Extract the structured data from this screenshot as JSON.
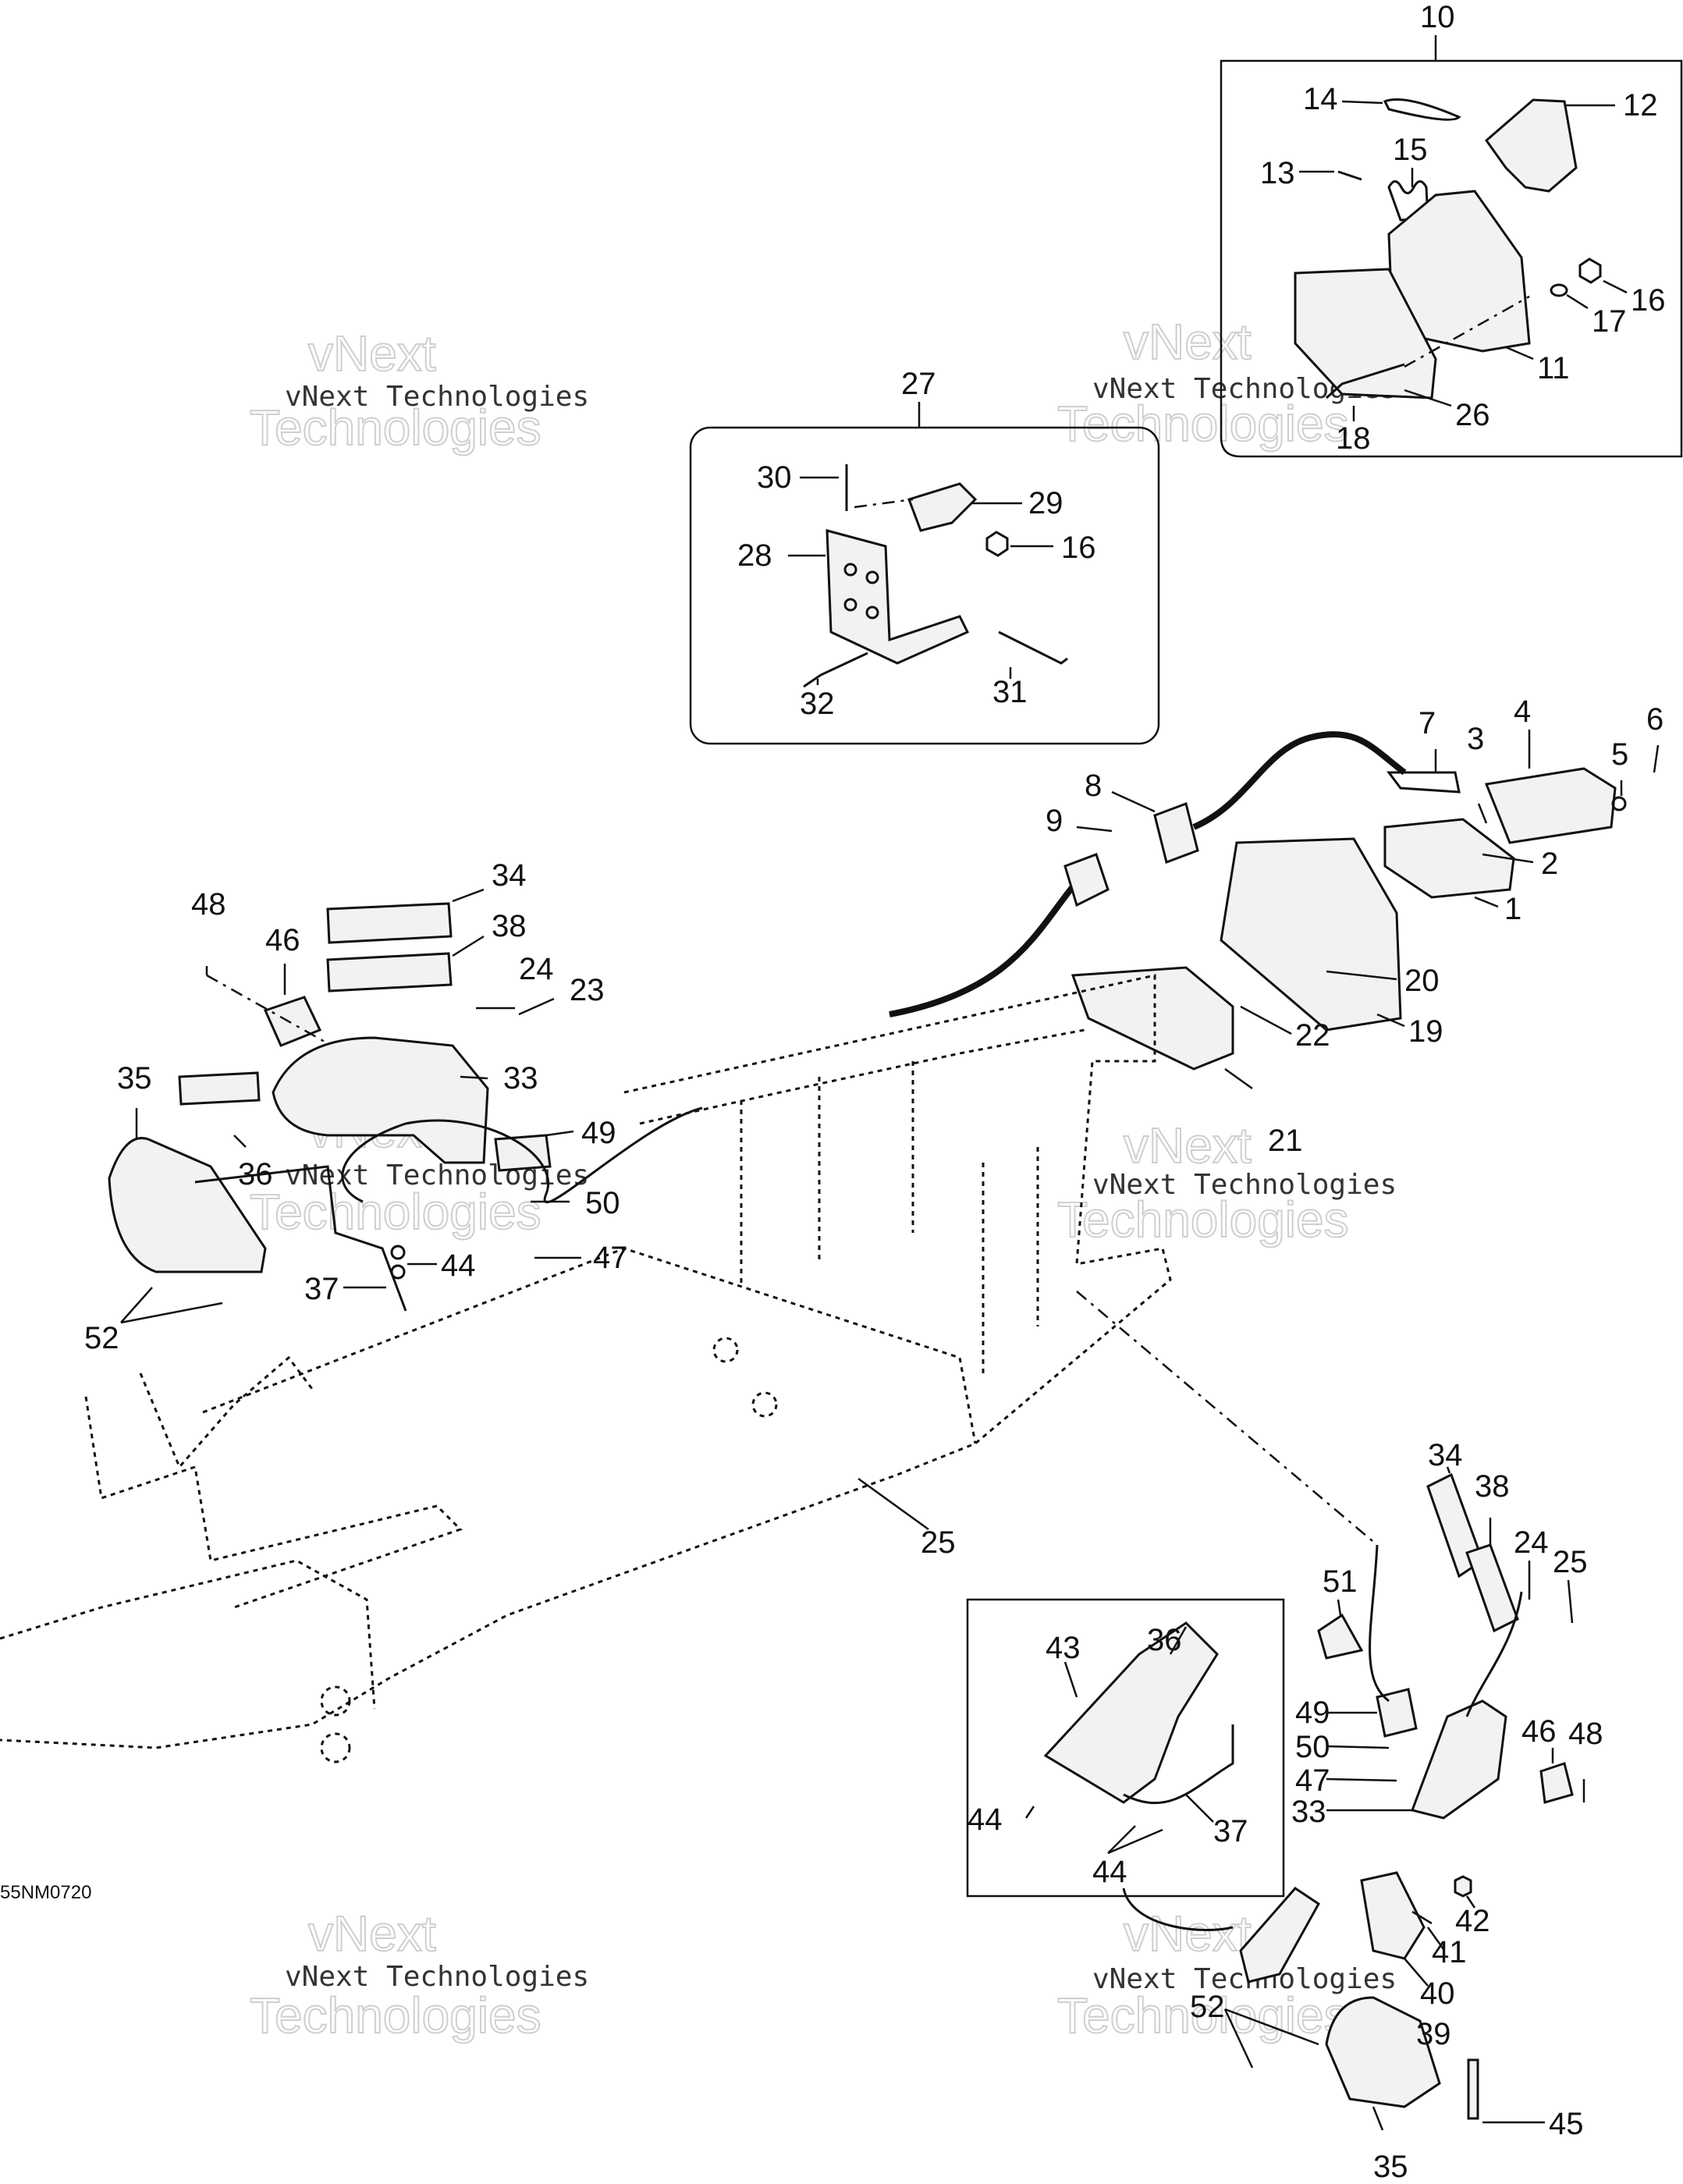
{
  "drawing_code": "55NM0720",
  "watermark": {
    "line1": "vNext Technologies",
    "line2": "vNext",
    "line3": "Technologies"
  },
  "callouts": [
    {
      "n": "1"
    },
    {
      "n": "2"
    },
    {
      "n": "3"
    },
    {
      "n": "4"
    },
    {
      "n": "5"
    },
    {
      "n": "6"
    },
    {
      "n": "7"
    },
    {
      "n": "8"
    },
    {
      "n": "9"
    },
    {
      "n": "10"
    },
    {
      "n": "11"
    },
    {
      "n": "12"
    },
    {
      "n": "13"
    },
    {
      "n": "14"
    },
    {
      "n": "15"
    },
    {
      "n": "16"
    },
    {
      "n": "16"
    },
    {
      "n": "17"
    },
    {
      "n": "18"
    },
    {
      "n": "19"
    },
    {
      "n": "20"
    },
    {
      "n": "21"
    },
    {
      "n": "22"
    },
    {
      "n": "23"
    },
    {
      "n": "24"
    },
    {
      "n": "24"
    },
    {
      "n": "25"
    },
    {
      "n": "25"
    },
    {
      "n": "26"
    },
    {
      "n": "27"
    },
    {
      "n": "28"
    },
    {
      "n": "29"
    },
    {
      "n": "30"
    },
    {
      "n": "31"
    },
    {
      "n": "32"
    },
    {
      "n": "33"
    },
    {
      "n": "33"
    },
    {
      "n": "34"
    },
    {
      "n": "34"
    },
    {
      "n": "35"
    },
    {
      "n": "35"
    },
    {
      "n": "36"
    },
    {
      "n": "36"
    },
    {
      "n": "37"
    },
    {
      "n": "37"
    },
    {
      "n": "38"
    },
    {
      "n": "38"
    },
    {
      "n": "39"
    },
    {
      "n": "40"
    },
    {
      "n": "41"
    },
    {
      "n": "42"
    },
    {
      "n": "43"
    },
    {
      "n": "44"
    },
    {
      "n": "44"
    },
    {
      "n": "44"
    },
    {
      "n": "45"
    },
    {
      "n": "46"
    },
    {
      "n": "46"
    },
    {
      "n": "47"
    },
    {
      "n": "47"
    },
    {
      "n": "48"
    },
    {
      "n": "48"
    },
    {
      "n": "49"
    },
    {
      "n": "49"
    },
    {
      "n": "50"
    },
    {
      "n": "50"
    },
    {
      "n": "51"
    },
    {
      "n": "52"
    },
    {
      "n": "52"
    }
  ]
}
